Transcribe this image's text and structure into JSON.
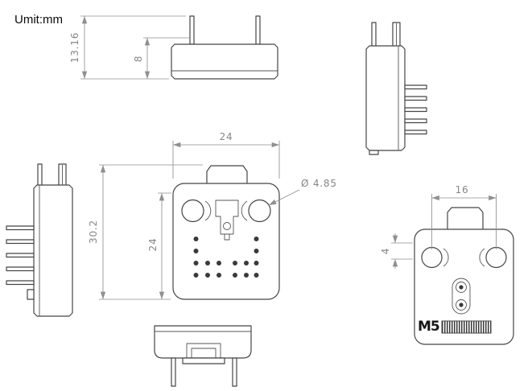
{
  "title": "Umit:mm",
  "views": {
    "side_top": {
      "dim_overall_height": "13.16",
      "dim_body_height": "8"
    },
    "front": {
      "dim_width": "24",
      "dim_overall_height": "30.2",
      "dim_inner_height": "24",
      "dim_hole_diameter": "Ø 4.85"
    },
    "front_right": {
      "dim_hole_spacing": "16",
      "dim_hole_offset": "4",
      "logo": "M5"
    }
  },
  "colors": {
    "outline": "#454545",
    "dimension": "#8f8f8f",
    "background": "#ffffff"
  }
}
